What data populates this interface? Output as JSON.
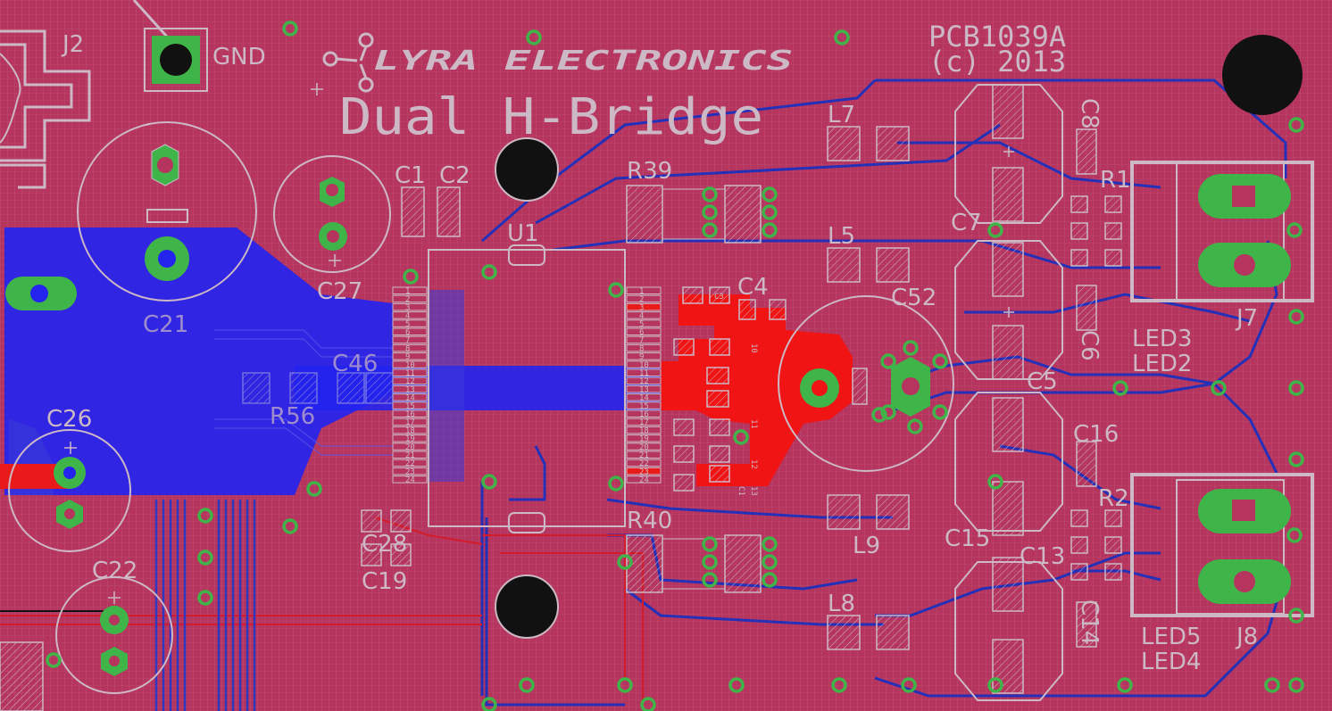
{
  "board": {
    "logo": "LYRA ELECTRONICS",
    "title": "Dual H-Bridge",
    "pcb_id": "PCB1039A",
    "copyright": "(c) 2013",
    "gnd_label": "GND"
  },
  "designators": {
    "J2": "J2",
    "C1": "C1",
    "C2": "C2",
    "U1": "U1",
    "R39": "R39",
    "R40": "R40",
    "L7": "L7",
    "L5": "L5",
    "L9": "L9",
    "L8": "L8",
    "C4": "C4",
    "C52": "C52",
    "C27": "C27",
    "C21": "C21",
    "C26": "C26",
    "C46": "C46",
    "R56": "R56",
    "C22": "C22",
    "C28": "C28",
    "C19": "C19",
    "C7": "C7",
    "C8": "C8",
    "C5": "C5",
    "C6": "C6",
    "C16": "C16",
    "C15": "C15",
    "C13": "C13",
    "C14": "C14",
    "R1": "R1",
    "R2": "R2",
    "J7": "J7",
    "J8": "J8",
    "LED3": "LED3",
    "LED2": "LED2",
    "LED5": "LED5",
    "LED4": "LED4",
    "C1x": "C1",
    "C11": "11",
    "C12": "12",
    "C13b": "13",
    "C10": "10",
    "C3": "C3"
  },
  "colors": {
    "board": "#b5355e",
    "top_copper": "#ff1b1b",
    "bottom_copper": "#2b2bff",
    "silk": "#cdb8c6",
    "via_fill": "#3fb549",
    "trace_blue": "#1f2fb0",
    "trace_red": "#d51c1c",
    "hole": "#111111"
  },
  "pin_numbers": [
    "1",
    "2",
    "3",
    "4",
    "5",
    "6",
    "7",
    "8",
    "9",
    "10",
    "11",
    "12",
    "13",
    "14",
    "15",
    "16",
    "17",
    "18",
    "19",
    "20",
    "21",
    "22",
    "23",
    "24"
  ]
}
